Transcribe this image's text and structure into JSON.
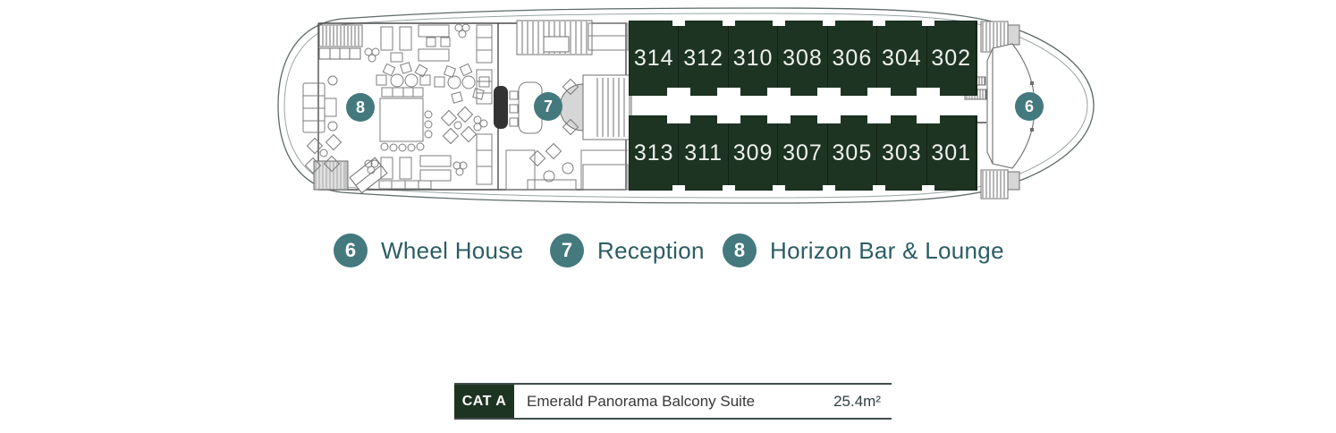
{
  "plan": {
    "cabins": {
      "top_row": [
        "314",
        "312",
        "310",
        "308",
        "306",
        "304",
        "302"
      ],
      "bottom_row": [
        "313",
        "311",
        "309",
        "307",
        "305",
        "303",
        "301"
      ]
    },
    "markers": {
      "wheel_house": "6",
      "reception": "7",
      "lounge": "8"
    }
  },
  "legend": {
    "items": [
      {
        "number": "6",
        "label": "Wheel House"
      },
      {
        "number": "7",
        "label": "Reception"
      },
      {
        "number": "8",
        "label": "Horizon Bar & Lounge"
      }
    ]
  },
  "category_legend": {
    "code": "CAT A",
    "name": "Emerald Panorama Balcony Suite",
    "area": "25.4m²"
  },
  "colors": {
    "cabin_green": "#1e3423",
    "marker_teal": "#44797e",
    "legend_text": "#2b5d63",
    "category_green": "#1e3422"
  }
}
